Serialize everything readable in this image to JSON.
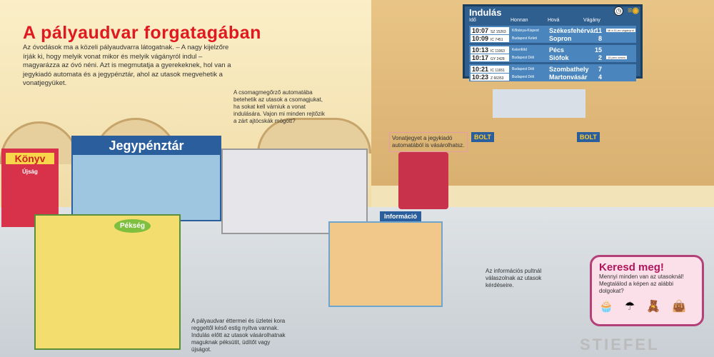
{
  "title": "A pályaudvar forgatagában",
  "intro": "Az óvodások ma a közeli pályaudvarra látogatnak. – A nagy kijelzőre írják ki, hogy melyik vonat mikor és melyik vágányról indul – magyarázza az óvó néni. Azt is megmutatja a gyerekeknek, hol van a jegykiadó automata és a jegypénztár, ahol az utasok megvehetik a vonatjegyüket.",
  "captions": {
    "lockers": "A csomagmegőrző automatába betehetik az utasok a csomagjukat, ha sokat kell várniuk a vonat indulására. Vajon mi minden rejtőzik a zárt ajtócskák mögött?",
    "ticket_machine": "Vonatjegyet a jegykiadó automatából is vásárolhatsz.",
    "shops": "A pályaudvar éttermei és üzletei kora reggeltől késő estig nyitva vannak. Indulás előtt az utasok vásárolhatnak maguknak péksütit, üdítőt vagy újságot.",
    "info": "Az információs pultnál válaszolnak az utasok kérdéseire."
  },
  "signs": {
    "books": "Könyv",
    "newspaper": "Újság",
    "tickets": "Jegypénztár",
    "bakery": "Pékség",
    "info": "Információ",
    "shop1": "BOLT",
    "shop2": "BOLT"
  },
  "board": {
    "title": "Indulás",
    "headers": [
      "Idő",
      "Honnan",
      "Hová",
      "Vágány"
    ],
    "groups": [
      [
        {
          "time": "10:07",
          "train": "SZ 15263",
          "from": "Kőbánya-Kispest",
          "to": "Székesfehérvár",
          "track": "11",
          "note": "Mi a 11-es vágányról"
        },
        {
          "time": "10:09",
          "train": "IC 7451",
          "from": "Budapest Keleti",
          "to": "Sopron",
          "track": "8"
        }
      ],
      [
        {
          "time": "10:13",
          "train": "IC 11063",
          "from": "Kelenföld",
          "to": "Pécs",
          "track": "15"
        },
        {
          "time": "10:17",
          "train": "GY 2428",
          "from": "Budapest Déli",
          "to": "Siófok",
          "track": "2",
          "note": "15 perc késés"
        }
      ],
      [
        {
          "time": "10:21",
          "train": "IC 11651",
          "from": "Budapest Déli",
          "to": "Szombathely",
          "track": "7"
        },
        {
          "time": "10:23",
          "train": "Z 66353",
          "from": "Budapest Déli",
          "to": "Martonvásár",
          "track": "4"
        }
      ]
    ]
  },
  "find": {
    "title": "Keresd meg!",
    "text": "Mennyi minden van az utasoknál! Megtalálod a képen az alábbi dolgokat?"
  },
  "publisher": "STIEFEL"
}
